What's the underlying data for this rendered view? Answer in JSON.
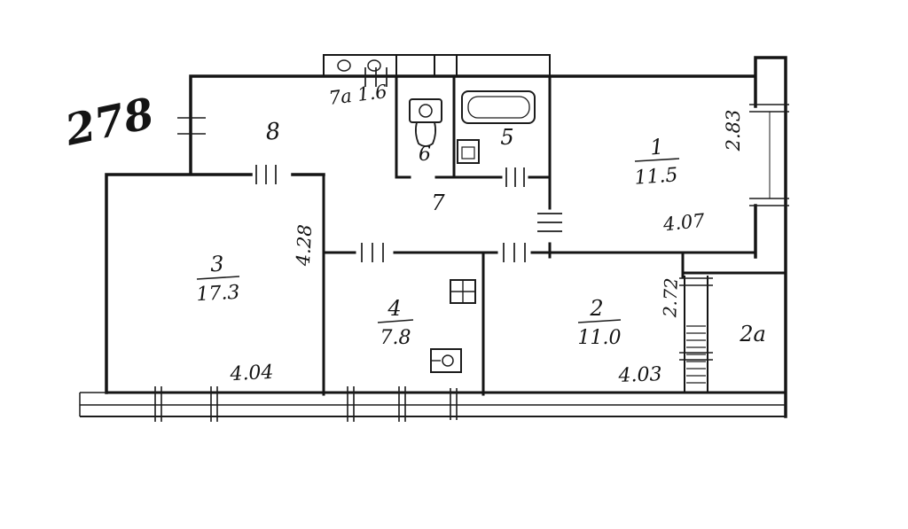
{
  "plan": {
    "number": "278",
    "rooms": {
      "r1": {
        "no": "1",
        "area": "11.5"
      },
      "r2": {
        "no": "2",
        "area": "11.0"
      },
      "r2a": {
        "no": "2a"
      },
      "r3": {
        "no": "3",
        "area": "17.3"
      },
      "r4": {
        "no": "4",
        "area": "7.8"
      },
      "r5": {
        "no": "5"
      },
      "r6": {
        "no": "6"
      },
      "r7": {
        "no": "7"
      },
      "r7a": {
        "no": "7a 1.6"
      },
      "r8": {
        "no": "8"
      }
    },
    "dims": {
      "r1_w": "4.07",
      "r1_h": "2.83",
      "r2_w": "4.03",
      "r2_win": "2.72",
      "r3_w": "4.04",
      "r3_h": "4.28"
    },
    "fixtures": [
      "toilet",
      "bathtub",
      "washbasin",
      "stove",
      "kitchen-sink"
    ],
    "colors": {
      "ink": "#151515",
      "accent_red": "#d61f26"
    }
  }
}
